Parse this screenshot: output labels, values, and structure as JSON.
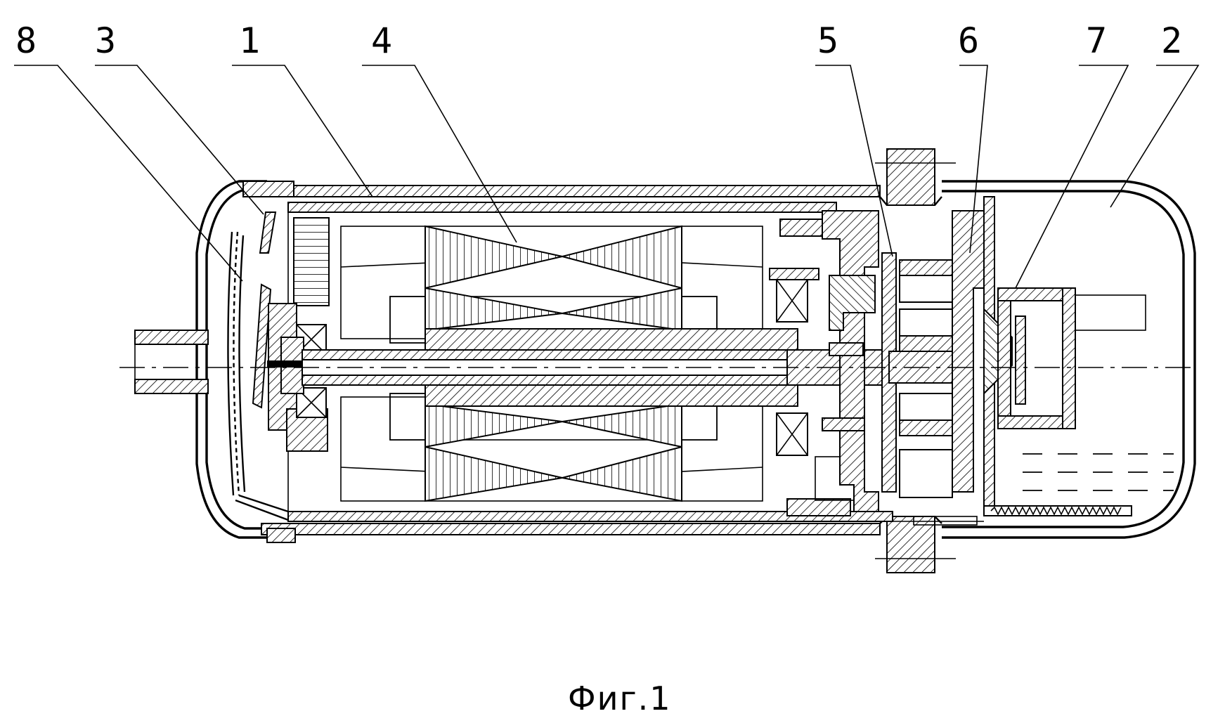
{
  "diagram": {
    "caption": "Фиг.1",
    "callouts": [
      {
        "id": "label-8",
        "text": "8"
      },
      {
        "id": "label-3",
        "text": "3"
      },
      {
        "id": "label-1",
        "text": "1"
      },
      {
        "id": "label-4",
        "text": "4"
      },
      {
        "id": "label-5",
        "text": "5"
      },
      {
        "id": "label-6",
        "text": "6"
      },
      {
        "id": "label-7",
        "text": "7"
      },
      {
        "id": "label-2",
        "text": "2"
      }
    ]
  }
}
